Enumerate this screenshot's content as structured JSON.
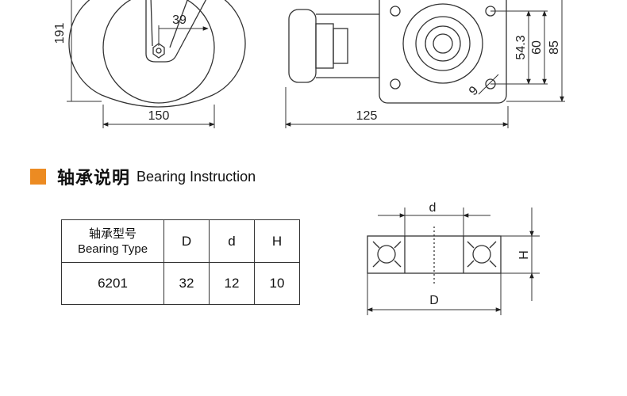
{
  "dimensions": {
    "caster_height": "191",
    "offset": "39",
    "wheel_diameter": "150",
    "plate_width": "125",
    "bolt_spacing": "54.3",
    "plate_depth": "60",
    "plate_outer": "85",
    "bolt_hole": "9"
  },
  "section": {
    "title_cn": "轴承说明",
    "title_en": "Bearing Instruction",
    "accent_color": "#ec8b22"
  },
  "table": {
    "headers": [
      {
        "cn": "轴承型号",
        "en": "Bearing Type"
      },
      {
        "label": "D"
      },
      {
        "label": "d"
      },
      {
        "label": "H"
      }
    ],
    "rows": [
      {
        "type": "6201",
        "D": "32",
        "d": "12",
        "H": "10"
      }
    ]
  },
  "bearing_diagram": {
    "label_d": "d",
    "label_D": "D",
    "label_H": "H"
  }
}
